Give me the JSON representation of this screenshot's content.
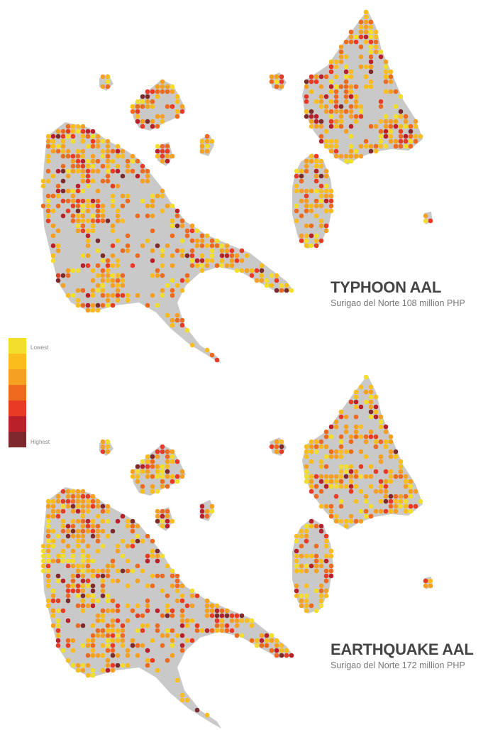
{
  "maps": [
    {
      "id": "typhoon",
      "title": "TYPHOON AAL",
      "subtitle": "Surigao del Norte 108 million PHP",
      "seed": 17
    },
    {
      "id": "earthquake",
      "title": "EARTHQUAKE AAL",
      "subtitle": "Surigao del Norte 172 million PHP",
      "seed": 91
    }
  ],
  "legend": {
    "low_label": "Lowest",
    "high_label": "Highest",
    "colors": [
      "#f3de2c",
      "#fbbd1c",
      "#f6a021",
      "#ee6a1f",
      "#e93a25",
      "#b9202a",
      "#7e2a2d"
    ]
  },
  "land_color": "#c9c9c9"
}
